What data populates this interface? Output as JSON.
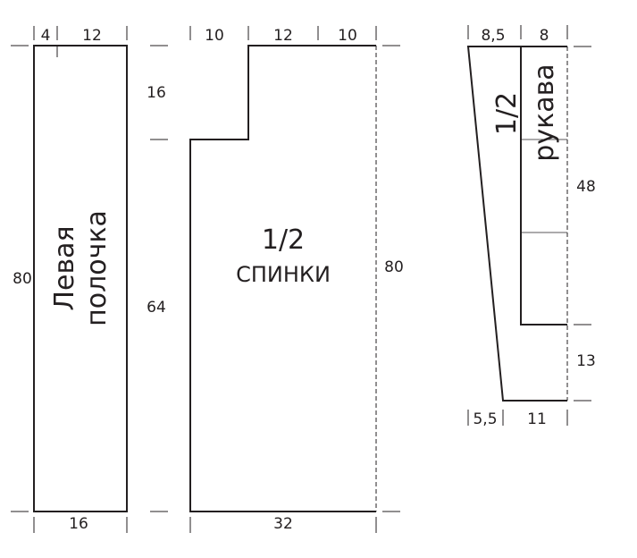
{
  "left_front": {
    "title_line1": "Левая",
    "title_line2": "полочка",
    "top_dims": [
      "4",
      "12"
    ],
    "height": "80",
    "bottom_width": "16"
  },
  "back": {
    "title_line1": "1/2",
    "title_line2": "СПИНКИ",
    "top_dims": [
      "10",
      "12",
      "10"
    ],
    "left_dims": [
      "16",
      "64"
    ],
    "height": "80",
    "bottom_width": "32"
  },
  "sleeve": {
    "title_line1": "1/2",
    "title_line2": "рукава",
    "top_dims": [
      "8,5",
      "8"
    ],
    "right_dims": [
      "48",
      "13"
    ],
    "bottom_dims": [
      "5,5",
      "11"
    ]
  }
}
